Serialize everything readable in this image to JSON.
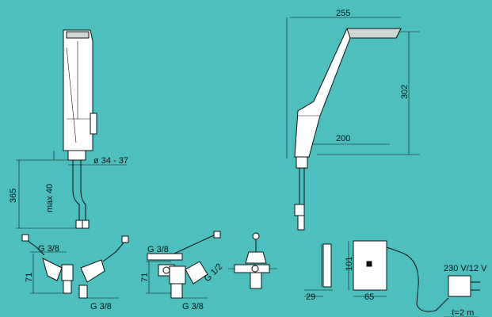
{
  "palette": {
    "background": "#4dbfbf",
    "line": "#111111",
    "body": "#ffffff"
  },
  "dimensions": {
    "width_top": "255",
    "height_right": "302",
    "spout_reach": "200",
    "diameter": "ø 34 - 37",
    "height_left": "365",
    "max_tail": "max 40",
    "thread_a_top": "G 3/8",
    "valve_a_height": "71",
    "thread_a_bottom": "G 3/8",
    "thread_b_top": "G 3/8",
    "valve_b_height": "71",
    "thread_b_side": "G 1/2",
    "thread_b_bottom": "G 3/8",
    "box_height": "101",
    "box_depth": "29",
    "box_width": "65",
    "supply": "230 V/12 V",
    "cable_length": "ℓ=2 m"
  }
}
